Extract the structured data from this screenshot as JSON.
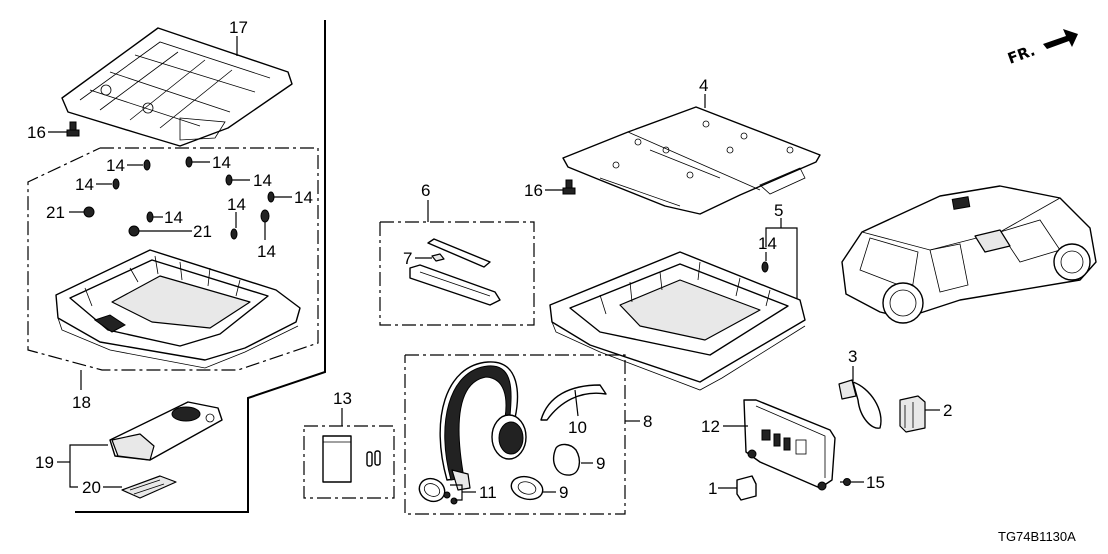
{
  "diagram": {
    "title": "Roof console / rear entertainment parts diagram",
    "diagram_code": "TG74B1130A",
    "direction_indicator": {
      "label": "FR.",
      "icon": "front-direction-arrow-icon"
    },
    "callouts": {
      "c1": "1",
      "c2": "2",
      "c3": "3",
      "c4": "4",
      "c5": "5",
      "c6": "6",
      "c7": "7",
      "c8": "8",
      "c9a": "9",
      "c9b": "9",
      "c10": "10",
      "c11": "11",
      "c12": "12",
      "c13": "13",
      "c14a": "14",
      "c14b": "14",
      "c14c": "14",
      "c14d": "14",
      "c14e": "14",
      "c14f": "14",
      "c14g": "14",
      "c14h": "14",
      "c14i": "14",
      "c15": "15",
      "c16a": "16",
      "c16b": "16",
      "c17": "17",
      "c18": "18",
      "c19": "19",
      "c20": "20",
      "c21a": "21",
      "c21b": "21"
    },
    "parts": [
      {
        "ref": "1",
        "depiction": "cap"
      },
      {
        "ref": "2",
        "depiction": "connector"
      },
      {
        "ref": "3",
        "depiction": "harness clip"
      },
      {
        "ref": "4",
        "depiction": "mounting bracket plate"
      },
      {
        "ref": "5",
        "depiction": "console housing with clips"
      },
      {
        "ref": "6",
        "depiction": "lamp assembly kit"
      },
      {
        "ref": "7",
        "depiction": "bulb / clip"
      },
      {
        "ref": "8",
        "depiction": "wireless headphone set"
      },
      {
        "ref": "9",
        "depiction": "ear pad"
      },
      {
        "ref": "10",
        "depiction": "head band pad"
      },
      {
        "ref": "11",
        "depiction": "battery cover and screw"
      },
      {
        "ref": "12",
        "depiction": "control unit"
      },
      {
        "ref": "13",
        "depiction": "manual and batteries kit"
      },
      {
        "ref": "14",
        "depiction": "clip"
      },
      {
        "ref": "15",
        "depiction": "screw"
      },
      {
        "ref": "16",
        "depiction": "bolt"
      },
      {
        "ref": "17",
        "depiction": "roof bracket"
      },
      {
        "ref": "18",
        "depiction": "roof console assembly"
      },
      {
        "ref": "19",
        "depiction": "remote control"
      },
      {
        "ref": "20",
        "depiction": "battery lid"
      },
      {
        "ref": "21",
        "depiction": "nut"
      }
    ]
  }
}
